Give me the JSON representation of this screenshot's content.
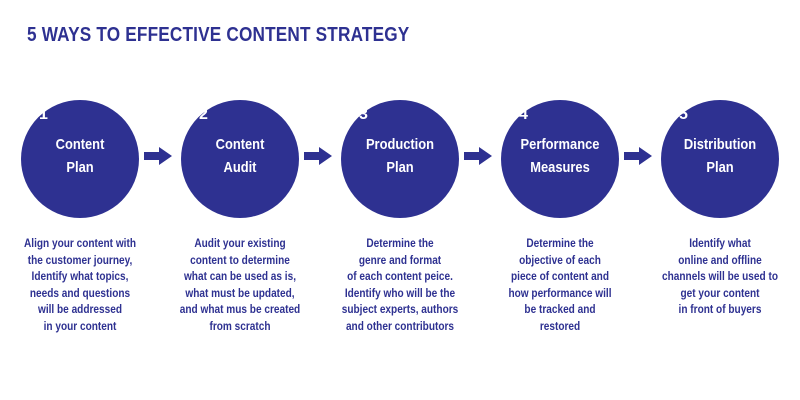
{
  "title": "5 WAYS TO EFFECTIVE CONTENT STRATEGY",
  "colors": {
    "primary": "#2e3191",
    "text_on_primary": "#ffffff",
    "background": "#ffffff"
  },
  "arrow_icon": "arrow-right-icon",
  "steps": [
    {
      "number": "1",
      "label_lines": [
        "Content",
        "Plan"
      ],
      "desc_lines": [
        "Align your content with",
        "the customer journey,",
        "Identify what topics,",
        "needs and questions",
        "will be addressed",
        "in your content"
      ]
    },
    {
      "number": "2",
      "label_lines": [
        "Content",
        "Audit"
      ],
      "desc_lines": [
        "Audit your existing",
        "content to determine",
        "what can be used as is,",
        "what must be updated,",
        "and what mus be created",
        "from scratch"
      ]
    },
    {
      "number": "3",
      "label_lines": [
        "Production",
        "Plan"
      ],
      "desc_lines": [
        "Determine the",
        "genre and format",
        "of each content peice.",
        "Identify who will be the",
        "subject experts, authors",
        "and other contributors"
      ]
    },
    {
      "number": "4",
      "label_lines": [
        "Performance",
        "Measures"
      ],
      "desc_lines": [
        "Determine the",
        "objective of each",
        "piece of content and",
        "how performance will",
        "be tracked and",
        "restored"
      ]
    },
    {
      "number": "5",
      "label_lines": [
        "Distribution",
        "Plan"
      ],
      "desc_lines": [
        "Identify what",
        "online and offline",
        "channels will be used to",
        "get your content",
        "in front of buyers"
      ]
    }
  ]
}
